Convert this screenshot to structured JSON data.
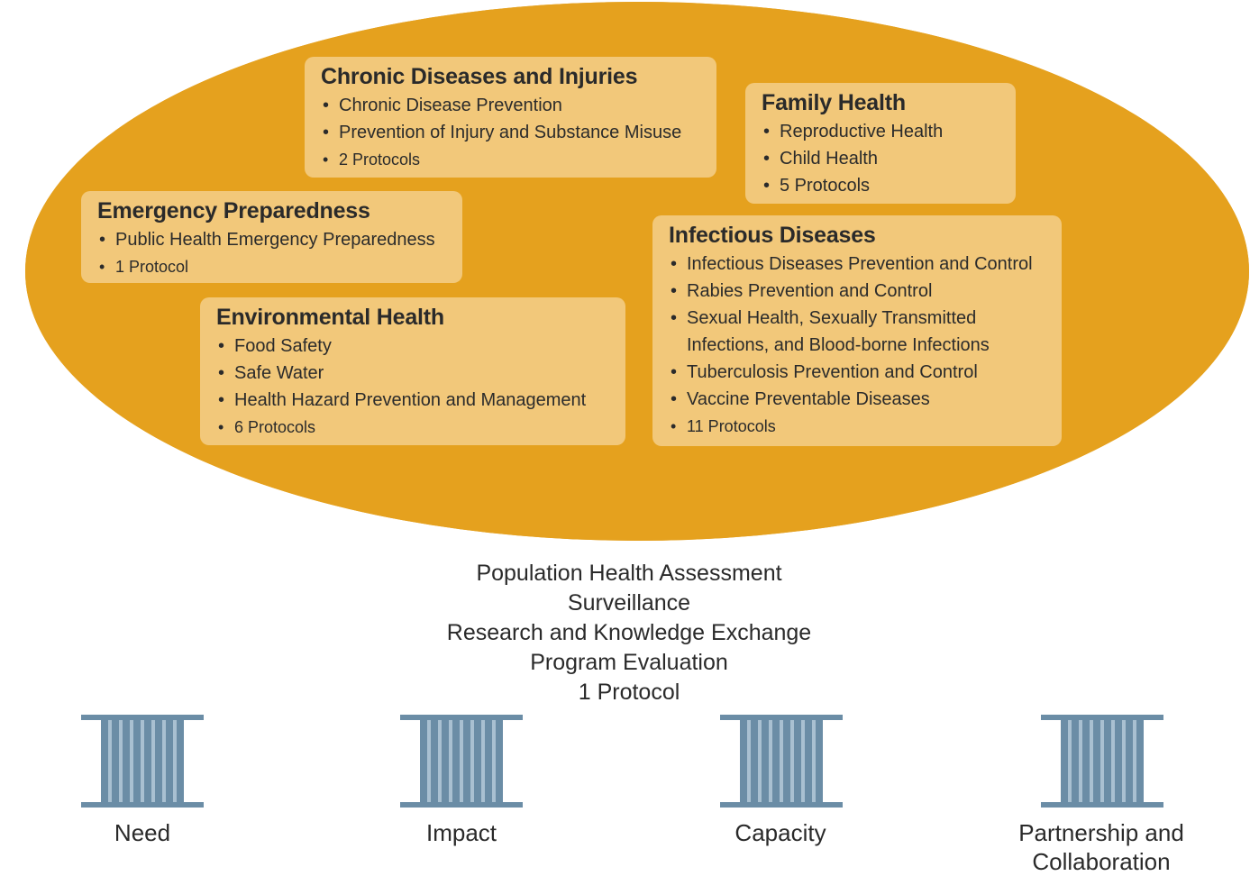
{
  "boxes": {
    "chronic": {
      "title": "Chronic Diseases and Injuries",
      "items": [
        "Chronic Disease Prevention",
        "Prevention of Injury and Substance Misuse",
        "2 Protocols"
      ]
    },
    "family": {
      "title": "Family Health",
      "items": [
        "Reproductive Health",
        "Child Health",
        "5 Protocols"
      ]
    },
    "emergency": {
      "title": "Emergency Preparedness",
      "items": [
        "Public Health Emergency Preparedness",
        "1 Protocol"
      ]
    },
    "infectious": {
      "title": "Infectious Diseases",
      "items": [
        "Infectious Diseases Prevention and Control",
        "Rabies Prevention and Control",
        "Sexual Health, Sexually Transmitted Infections, and Blood-borne Infections",
        "Tuberculosis Prevention and Control",
        "Vaccine Preventable Diseases",
        "11 Protocols"
      ]
    },
    "environmental": {
      "title": "Environmental Health",
      "items": [
        "Food Safety",
        "Safe Water",
        "Health Hazard Prevention and Management",
        "6 Protocols"
      ]
    }
  },
  "platform": {
    "lines": [
      "Population Health Assessment",
      "Surveillance",
      "Research and Knowledge Exchange",
      "Program Evaluation",
      "1 Protocol"
    ]
  },
  "pillars": [
    "Need",
    "Impact",
    "Capacity",
    "Partnership and Collaboration"
  ],
  "colors": {
    "oval": "#e5a11e",
    "box": "#f2c87a",
    "platform_top": "#7198b2",
    "platform_front": "#8eacc3",
    "column": "#6b8da6"
  }
}
